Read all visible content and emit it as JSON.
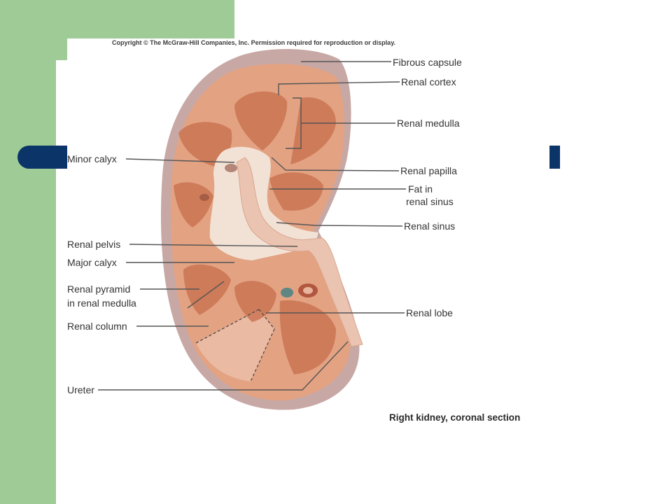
{
  "copyright": "Copyright © The McGraw-Hill Companies, Inc. Permission required for reproduction or display.",
  "labels": {
    "fibrous_capsule": "Fibrous capsule",
    "renal_cortex": "Renal cortex",
    "renal_medulla": "Renal medulla",
    "renal_papilla": "Renal papilla",
    "fat_in_renal_sinus_line1": "Fat in",
    "fat_in_renal_sinus_line2": "renal sinus",
    "renal_sinus": "Renal sinus",
    "renal_lobe": "Renal lobe",
    "minor_calyx": "Minor calyx",
    "renal_pelvis": "Renal pelvis",
    "major_calyx": "Major calyx",
    "renal_pyramid_line1": "Renal pyramid",
    "renal_pyramid_line2": "in renal medulla",
    "renal_column": "Renal column",
    "ureter": "Ureter"
  },
  "caption": "Right kidney, coronal section",
  "colors": {
    "slide_green": "#9ecb96",
    "title_bar_navy": "#0b3468"
  }
}
